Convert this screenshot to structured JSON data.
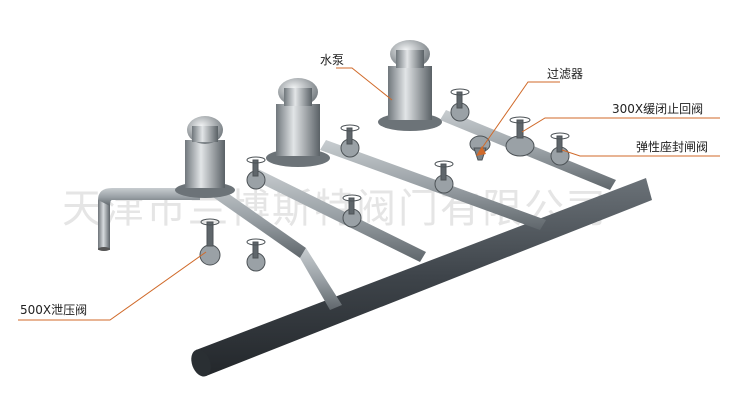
{
  "labels": {
    "pump": "水泵",
    "filter": "过滤器",
    "check_valve": "300X缓闭止回阀",
    "gate_valve": "弹性座封闸阀",
    "relief_valve": "500X泄压阀"
  },
  "watermark": "天津市兰博斯特阀门有限公司",
  "colors": {
    "pipe": "#8e959b",
    "pipe_light": "#c5cacd",
    "pipe_dark": "#5c6368",
    "header": "#3d4349",
    "leader": "#d06a2a"
  }
}
